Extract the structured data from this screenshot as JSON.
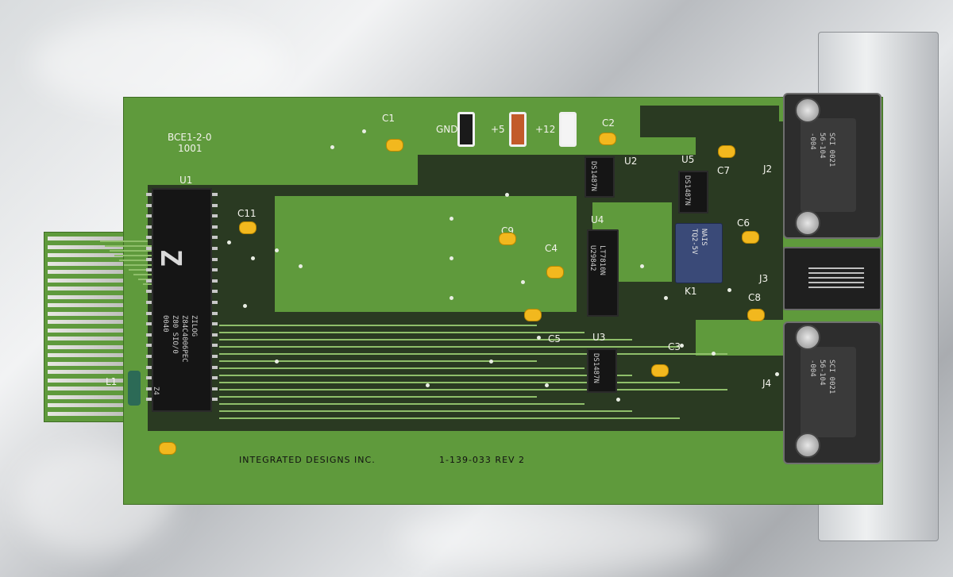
{
  "labels": {
    "board_id": "BCE1-2-0",
    "board_code": "1001",
    "gnd": "GND",
    "plus5": "+5",
    "plus12": "+12",
    "c1": "C1",
    "c2": "C2",
    "c3": "C3",
    "c4": "C4",
    "c5": "C5",
    "c6": "C6",
    "c7": "C7",
    "c8": "C8",
    "c9": "C9",
    "c11": "C11",
    "u1": "U1",
    "u2": "U2",
    "u3": "U3",
    "u4": "U4",
    "u5": "U5",
    "j2": "J2",
    "j3": "J3",
    "j4": "J4",
    "k1": "K1",
    "l1": "L1",
    "manufacturer": "INTEGRATED DESIGNS INC.",
    "part_number": "1-139-033 REV 2"
  },
  "chips": {
    "u1_line1": "ZILOG",
    "u1_line2": "Z84C4006PEC",
    "u1_line3": "Z80 SIO/0",
    "u1_line4": "0040",
    "u1_line5": "Z4",
    "u4_line1": "LT7810N",
    "u4_line2": "U29842",
    "u2_line1": "DS1487N",
    "u3_line1": "DS1487N",
    "u5_line1": "DS1487N",
    "k1_line1": "NAIS",
    "k1_line2": "TQ2-5V"
  },
  "connectors": {
    "j2_line1": "SCI 0021",
    "j2_line2": "56-104",
    "j2_line3": "-004",
    "j4_line1": "SCI 0021",
    "j4_line2": "56-104",
    "j4_line3": "-004"
  },
  "colors": {
    "pcb": "#5f9a3c",
    "ground_plane": "#2a3a22",
    "silkscreen": "#f3f3ec",
    "capacitor": "#f2b81e"
  }
}
